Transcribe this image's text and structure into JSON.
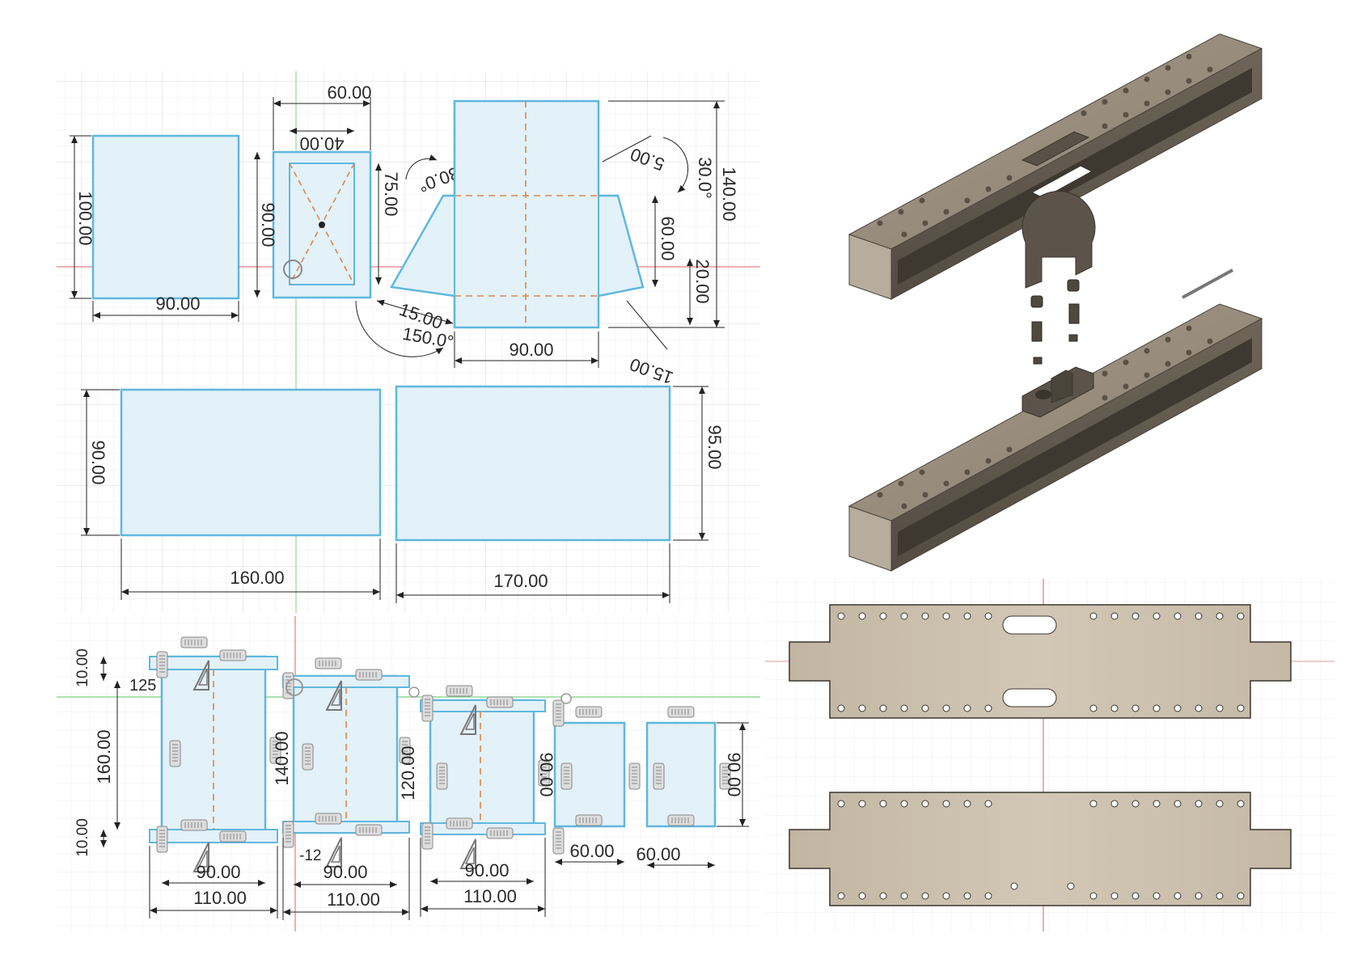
{
  "panels": {
    "sketch_top": {
      "labels": {
        "d60": "60.00",
        "d40": "40.00",
        "d100": "100.00",
        "d90a": "90.00",
        "d90b": "90.00",
        "d75": "75.00",
        "d30a": "30.0°",
        "d5": "5.00",
        "d30b": "30.0°",
        "d140": "140.00",
        "d60v": "60.00",
        "d20": "20.00",
        "d15a": "15.00",
        "d150": "150.0°",
        "d90c": "90.00",
        "d15b": "15.00",
        "d160": "160.00",
        "d170": "170.00",
        "d95": "95.00",
        "d90d": "90.00"
      }
    },
    "sketch_bottom": {
      "labels": {
        "d10a": "10.00",
        "d125": "125",
        "d160": "160.00",
        "d10b": "10.00",
        "d140": "140.00",
        "d120": "120.00",
        "d90v1": "90.00",
        "d90v2": "90.00",
        "d12": "-12",
        "d90_1": "90.00",
        "d110_1": "110.00",
        "d90_2": "90.00",
        "d110_2": "110.00",
        "d90_3": "90.00",
        "d110_3": "110.00",
        "d60_1": "60.00",
        "d60_2": "60.00"
      }
    },
    "render_3d": {},
    "flat_pattern": {}
  },
  "colors": {
    "sketch_line": "#5fb8de",
    "sketch_fill": "#e3f1f9",
    "construction": "#d98a4a",
    "grid": "#e6e6e6",
    "axis_red": "#e06060",
    "axis_green": "#7fd07f",
    "part_face": "#8c8070",
    "plate": "#c9bda9"
  }
}
